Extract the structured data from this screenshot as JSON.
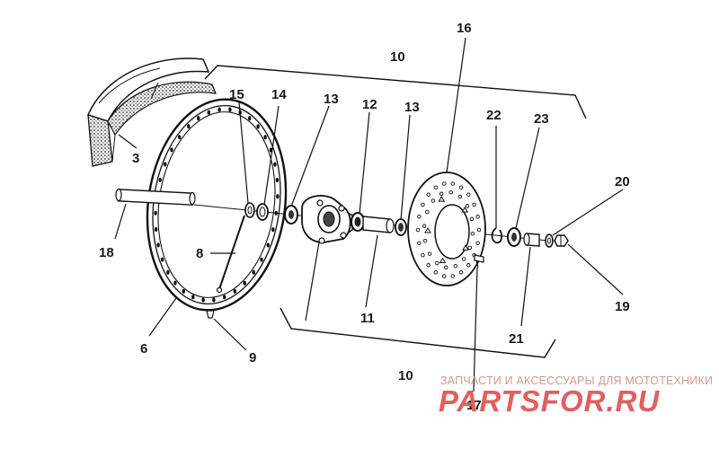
{
  "diagram": {
    "type": "exploded parts diagram",
    "callouts": {
      "tire": "3",
      "rim": "6",
      "spoke": "8",
      "spoke_nipple": "9",
      "group_top": "10",
      "group_bottom": "10",
      "spacer": "11",
      "bearing_right": "12",
      "seal_left": "13",
      "seal_right": "13",
      "bearing_left": "14",
      "ring_left": "15",
      "brake_disc": "16",
      "disc_bolt": "17",
      "axle": "18",
      "nut": "19",
      "washer": "20",
      "collar": "21",
      "circlip": "22",
      "seal_outer": "23"
    }
  },
  "watermark": {
    "subtitle": "ЗАПЧАСТИ И АКСЕССУАРЫ ДЛЯ МОТОТЕХНИКИ",
    "brand": "PARTSFOR.RU"
  }
}
